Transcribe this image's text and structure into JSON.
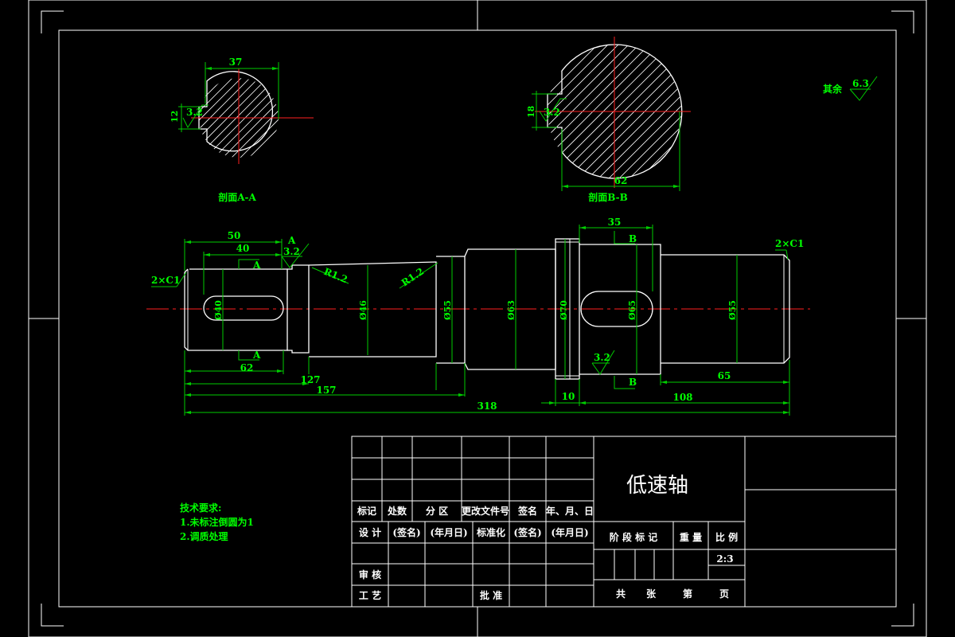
{
  "section_aa": {
    "caption": "剖面A-A",
    "width_dim": "37",
    "key_depth_dim": "12",
    "roughness": "3.2"
  },
  "section_bb": {
    "caption": "剖面B-B",
    "width_dim": "62",
    "key_depth_dim": "18",
    "roughness": "3.2"
  },
  "surface_note": {
    "label": "其余",
    "value": "6.3"
  },
  "shaft": {
    "dims_top": {
      "d50": "50",
      "d40": "40",
      "d35": "35"
    },
    "dims_bottom": {
      "d62": "62",
      "d127": "127",
      "d157": "157",
      "d318": "318",
      "d10": "10",
      "d108": "108",
      "d65": "65"
    },
    "diameters": {
      "d1": "Ø40",
      "d2": "Ø46",
      "d3": "Ø55",
      "d4": "Ø63",
      "d5": "Ø70",
      "d6": "Ø65",
      "d7": "Ø55"
    },
    "fillets": {
      "r1": "R1.2",
      "r2": "R1.2"
    },
    "chamfers": {
      "left": "2×C1",
      "right": "2×C1"
    },
    "section_marks": {
      "a": "A",
      "b": "B"
    },
    "roughness_marks": {
      "r1": "3.2",
      "r2": "3.2"
    }
  },
  "tech_requirements": {
    "title": "技术要求:",
    "items": [
      "1.未标注倒圆为1",
      "2.调质处理"
    ]
  },
  "title_block": {
    "part_name": "低速轴",
    "headers": [
      "标记",
      "处数",
      "分 区",
      "更改文件号",
      "签名",
      "年、月、日"
    ],
    "row_design": [
      "设 计",
      "(签名)",
      "(年月日)",
      "标准化",
      "(签名)",
      "(年月日)"
    ],
    "review": "审 核",
    "process": "工 艺",
    "approve": "批 准",
    "stage_headers": [
      "阶 段 标 记",
      "重 量",
      "比 例"
    ],
    "scale": "2:3",
    "sheet": [
      "共",
      "张",
      "第",
      "页"
    ]
  }
}
